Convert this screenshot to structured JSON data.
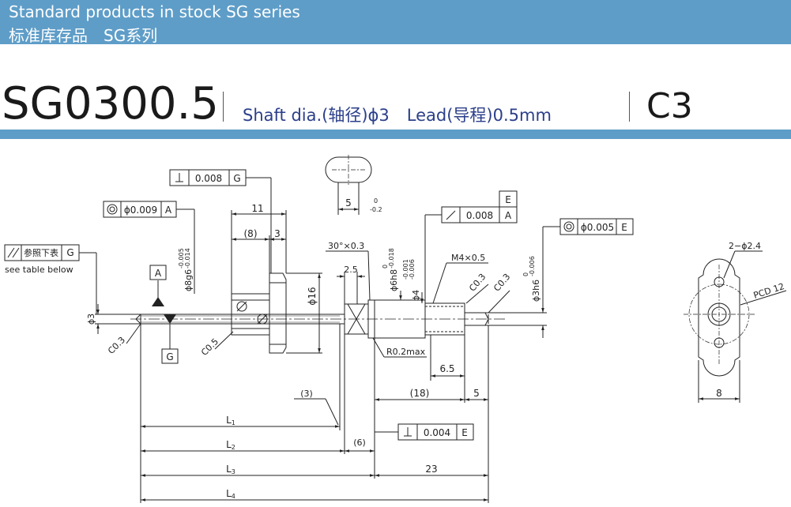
{
  "header": {
    "title_en": "Standard products in stock SG series",
    "title_cn": "标准库存品　SG系列",
    "model": "SG0300.5",
    "shaft_dia": "Shaft dia.(轴径)ϕ3",
    "lead": "Lead(导程)0.5mm",
    "grade": "C3"
  },
  "fcf": {
    "perp_top": {
      "value": "0.008",
      "datum": "G"
    },
    "conc_a": {
      "value": "ϕ0.009",
      "datum": "A"
    },
    "ref_table": {
      "text": "参照下表",
      "datum": "G",
      "note": "see table below"
    },
    "runout_a": {
      "value": "0.008",
      "datum": "A"
    },
    "box_e": "E",
    "conc_e": {
      "value": "ϕ0.005",
      "datum": "E"
    },
    "perp_bottom": {
      "value": "0.004",
      "datum": "E"
    }
  },
  "datums": {
    "a": "A",
    "g": "G"
  },
  "dims": {
    "d11": "11",
    "d8": "(8)",
    "d3": "3",
    "flat5": "5",
    "tol_up": "0",
    "tol_lo": "-0.2",
    "phi3": "ϕ3",
    "phi16": "ϕ16",
    "phi8g6": "ϕ8g6",
    "phi8_up": "-0.005",
    "phi8_lo": "-0.014",
    "c03_left": "C0.3",
    "c05": "C0.5",
    "chamfer30": "30°×0.3",
    "d25": "2.5",
    "phi6h8": "ϕ6h8",
    "phi6_up": "0",
    "phi6_lo": "-0.018",
    "phi4": "ϕ4",
    "phi4_up": "-0.001",
    "phi4_lo": "-0.006",
    "m4": "M4×0.5",
    "c03_a": "C0.3",
    "c03_b": "C0.3",
    "phi3h6": "ϕ3h6",
    "phi3h6_up": "0",
    "phi3h6_lo": "-0.006",
    "r02": "R0.2max",
    "d65": "6.5",
    "d3p": "(3)",
    "d18": "(18)",
    "d5": "5",
    "d6": "(6)",
    "d23": "23",
    "l1_main": "L",
    "l1_sub": "1",
    "l2_main": "L",
    "l2_sub": "2",
    "l3_main": "L",
    "l3_sub": "3",
    "l4_main": "L",
    "l4_sub": "4"
  },
  "nut": {
    "holes": "2−ϕ2.4",
    "pcd": "PCD 12",
    "width": "8"
  }
}
